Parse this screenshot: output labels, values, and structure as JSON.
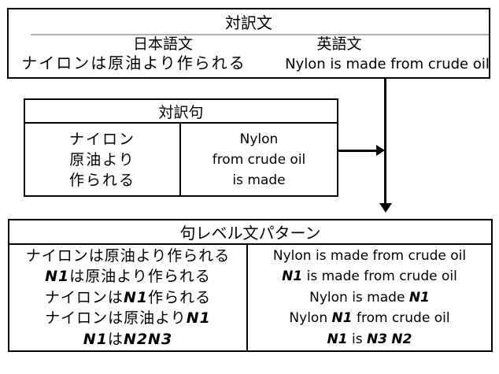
{
  "sentence_box": {
    "title": "対訳文",
    "columns": [
      {
        "header": "日本語文",
        "sentence": "ナイロンは原油より作られる"
      },
      {
        "header": "英語文",
        "sentence": "Nylon is made from crude oil"
      }
    ]
  },
  "phrase_box": {
    "title": "対訳句",
    "ja_phrases": [
      "ナイロン",
      "原油より",
      "作られる"
    ],
    "en_phrases": [
      "Nylon",
      "from crude oil",
      "is made"
    ]
  },
  "pattern_box": {
    "title": "句レベル文パターン",
    "ja_patterns": [
      [
        {
          "t": "ナイロンは原油より作られる",
          "i": false
        }
      ],
      [
        {
          "t": "N1",
          "i": true
        },
        {
          "t": "は原油より作られる",
          "i": false
        }
      ],
      [
        {
          "t": "ナイロンは",
          "i": false
        },
        {
          "t": "N1",
          "i": true
        },
        {
          "t": "作られる",
          "i": false
        }
      ],
      [
        {
          "t": "ナイロンは原油より",
          "i": false
        },
        {
          "t": "N1",
          "i": true
        }
      ],
      [
        {
          "t": "N1",
          "i": true
        },
        {
          "t": "は",
          "i": false
        },
        {
          "t": "N2N3",
          "i": true
        }
      ]
    ],
    "en_patterns": [
      [
        {
          "t": "Nylon is made from crude oil",
          "i": false
        }
      ],
      [
        {
          "t": "N1",
          "i": true
        },
        {
          "t": " is made from crude oil",
          "i": false
        }
      ],
      [
        {
          "t": "Nylon is made ",
          "i": false
        },
        {
          "t": "N1",
          "i": true
        }
      ],
      [
        {
          "t": "Nylon ",
          "i": false
        },
        {
          "t": "N1",
          "i": true
        },
        {
          "t": " from crude oil",
          "i": false
        }
      ],
      [
        {
          "t": "N1",
          "i": true
        },
        {
          "t": " is ",
          "i": false
        },
        {
          "t": "N3",
          "i": true
        },
        {
          "t": " ",
          "i": false
        },
        {
          "t": "N2",
          "i": true
        }
      ]
    ]
  },
  "colors": {
    "border": "#000000",
    "light_divider": "#b0b0b0",
    "text": "#000000",
    "background": "#ffffff"
  }
}
